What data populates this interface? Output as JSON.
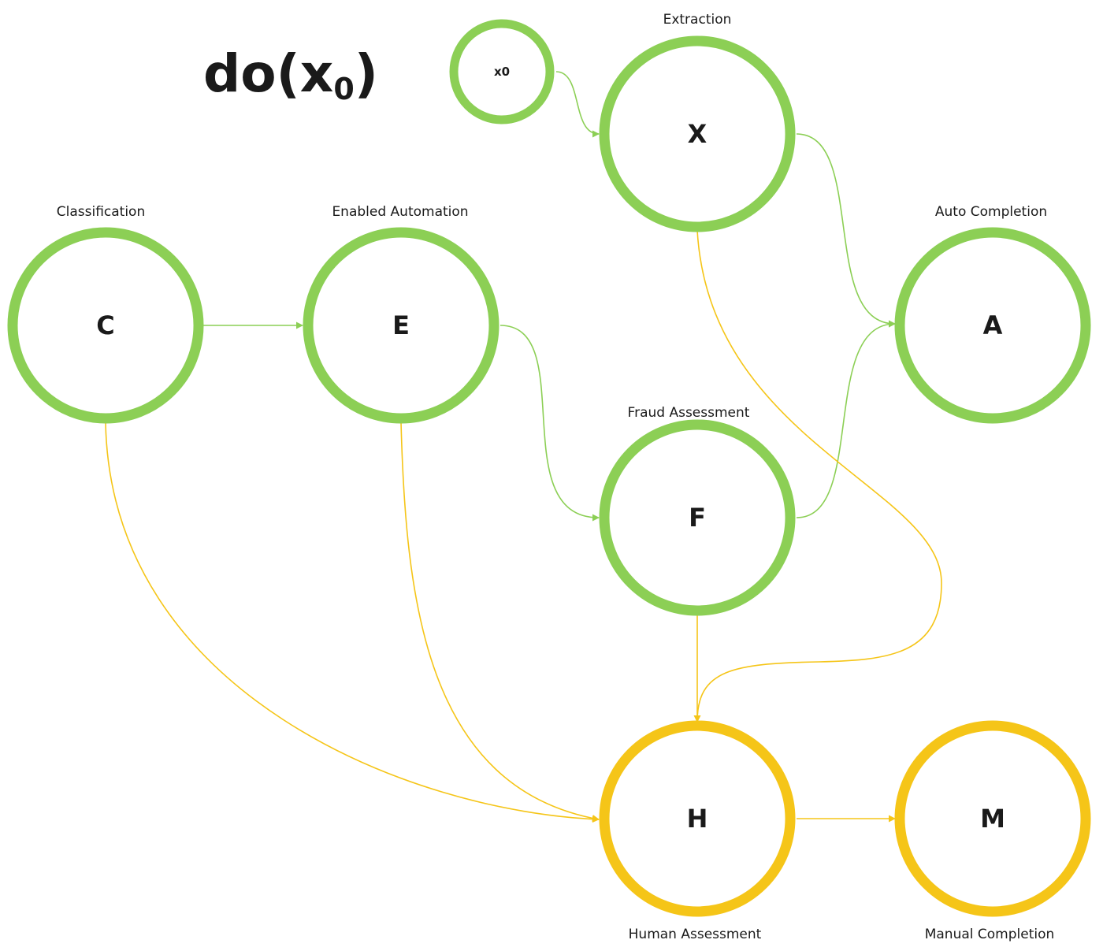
{
  "title": {
    "prefix": "do(x",
    "subscript": "0",
    "suffix": ")"
  },
  "colors": {
    "green": "#8ccf55",
    "yellow": "#f5c518",
    "text": "#1a1a1a"
  },
  "nodes": {
    "x0": {
      "letter": "x0",
      "caption": "",
      "color": "green"
    },
    "X": {
      "letter": "X",
      "caption": "Extraction",
      "color": "green"
    },
    "C": {
      "letter": "C",
      "caption": "Classification",
      "color": "green"
    },
    "E": {
      "letter": "E",
      "caption": "Enabled Automation",
      "color": "green"
    },
    "A": {
      "letter": "A",
      "caption": "Auto Completion",
      "color": "green"
    },
    "F": {
      "letter": "F",
      "caption": "Fraud Assessment",
      "color": "green"
    },
    "H": {
      "letter": "H",
      "caption": "Human Assessment",
      "color": "yellow"
    },
    "M": {
      "letter": "M",
      "caption": "Manual Completion",
      "color": "yellow"
    }
  },
  "edges": [
    {
      "from": "x0",
      "to": "X",
      "color": "green"
    },
    {
      "from": "X",
      "to": "A",
      "color": "green"
    },
    {
      "from": "C",
      "to": "E",
      "color": "green"
    },
    {
      "from": "E",
      "to": "F",
      "color": "green"
    },
    {
      "from": "F",
      "to": "A",
      "color": "green"
    },
    {
      "from": "X",
      "to": "H",
      "color": "yellow"
    },
    {
      "from": "F",
      "to": "H",
      "color": "yellow"
    },
    {
      "from": "C",
      "to": "H",
      "color": "yellow"
    },
    {
      "from": "E",
      "to": "H",
      "color": "yellow"
    },
    {
      "from": "H",
      "to": "M",
      "color": "yellow"
    }
  ]
}
